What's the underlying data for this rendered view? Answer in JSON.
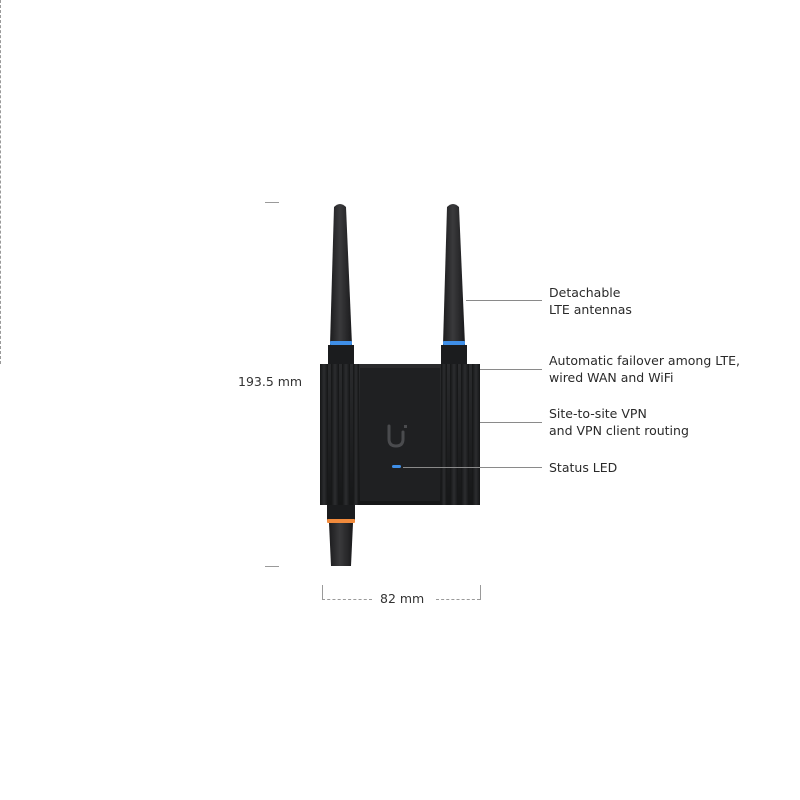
{
  "dimensions": {
    "height_label": "193.5 mm",
    "width_label": "82 mm"
  },
  "callouts": [
    {
      "line1": "Detachable",
      "line2": "LTE antennas"
    },
    {
      "line1": "Automatic failover among LTE,",
      "line2": "wired WAN and WiFi"
    },
    {
      "line1": "Site-to-site VPN",
      "line2": "and VPN client routing"
    },
    {
      "line1": "Status LED",
      "line2": ""
    }
  ],
  "colors": {
    "device_body": "#1e1f21",
    "antenna": "#2b2b2d",
    "led_blue": "#3f8fe8",
    "ring_orange": "#f08a3c",
    "line_gray": "#8a8a8a"
  },
  "icons": {
    "brand_logo": "ubiquiti-u-logo"
  }
}
